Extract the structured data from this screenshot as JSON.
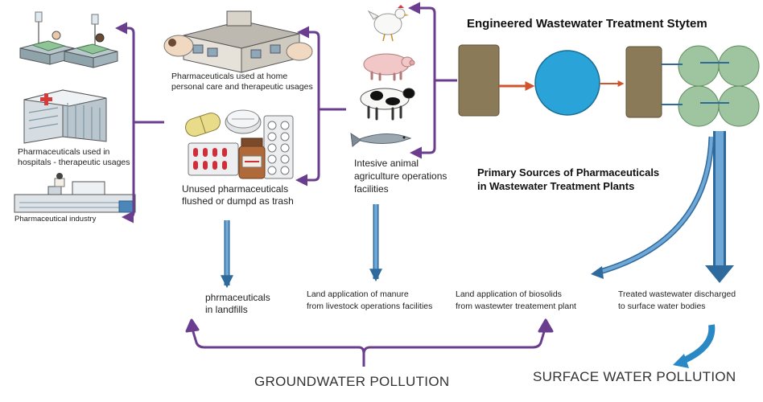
{
  "title": "Engineered Wastewater Treatment Stytem",
  "primary_sources": [
    "Primary Sources of Pharmaceuticals",
    "in Wastewater Treatment Plants"
  ],
  "sources": {
    "hospitals": [
      "Pharmaceuticals used in",
      "hospitals - therapeutic usages"
    ],
    "industry": [
      "Pharmaceutical industry"
    ],
    "home": [
      "Pharmaceuticals used at home",
      "personal care and therapeutic usages"
    ],
    "unused": [
      "Unused pharmaceuticals",
      "flushed or dumpd as trash"
    ],
    "animal": [
      "Intesive animal",
      "agriculture operations",
      "facilities"
    ]
  },
  "destinations": {
    "landfills": [
      "phrmaceuticals",
      "in landfills"
    ],
    "manure": [
      "Land application of manure",
      "from livestock operations facilities"
    ],
    "biosolids": [
      "Land application of biosolids",
      "from wastewter treatement plant"
    ],
    "treated": [
      "Treated wastewater discharged",
      "to surface water bodies"
    ]
  },
  "outcomes": {
    "groundwater": "GROUNDWATER POLLUTION",
    "surface": "SURFACE WATER POLLUTION"
  },
  "colors": {
    "bracket": "#6a3d8f",
    "flow_arrow": "#4a86b8",
    "tank_brown": "#8b7a57",
    "tank_blue": "#2aa3d8",
    "tank_green": "#9fc5a0",
    "pipe_red": "#d0552e"
  },
  "icons": [
    "hospital-beds-icon",
    "hospital-building-icon",
    "factory-icon",
    "house-icon",
    "pills-icon",
    "chicken-icon",
    "pig-icon",
    "cow-icon",
    "fish-icon"
  ]
}
